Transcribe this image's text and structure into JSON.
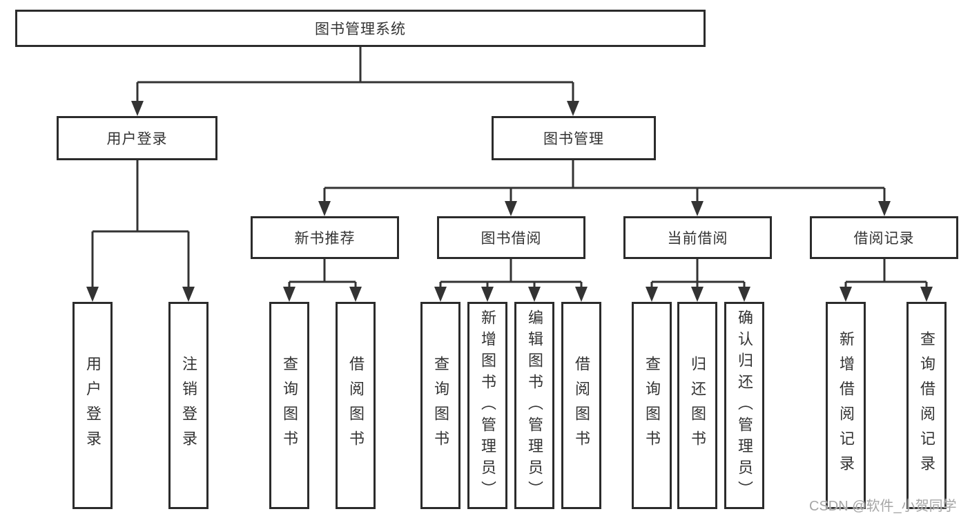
{
  "diagram": {
    "root": "图书管理系统",
    "branches": [
      {
        "label": "用户登录",
        "children": [
          {
            "label": "用户登录"
          },
          {
            "label": "注销登录"
          }
        ]
      },
      {
        "label": "图书管理",
        "children": [
          {
            "label": "新书推荐",
            "children": [
              {
                "label": "查询图书"
              },
              {
                "label": "借阅图书"
              }
            ]
          },
          {
            "label": "图书借阅",
            "children": [
              {
                "label": "查询图书"
              },
              {
                "label": "新增图书（管理员）"
              },
              {
                "label": "编辑图书（管理员）"
              },
              {
                "label": "借阅图书"
              }
            ]
          },
          {
            "label": "当前借阅",
            "children": [
              {
                "label": "查询图书"
              },
              {
                "label": "归还图书"
              },
              {
                "label": "确认归还（管理员）"
              }
            ]
          },
          {
            "label": "借阅记录",
            "children": [
              {
                "label": "新增借阅记录"
              },
              {
                "label": "查询借阅记录"
              }
            ]
          }
        ]
      }
    ]
  },
  "watermark": {
    "text": "CSDN @软件_小贺同学"
  },
  "colors": {
    "background": "#ffffff",
    "line": "#333333",
    "border": "#2b2b2b",
    "text": "#333333",
    "watermark": "#a6a6a6"
  }
}
